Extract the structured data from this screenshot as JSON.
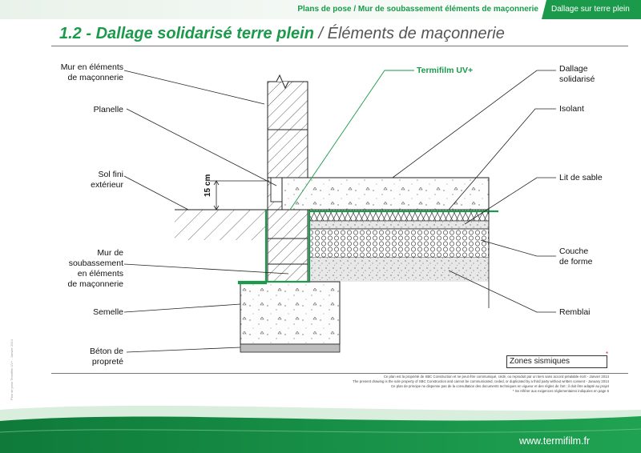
{
  "header": {
    "breadcrumb": "Plans de pose / Mur de soubassement éléments de maçonnerie",
    "breadcrumb_active": "Dallage sur terre plein"
  },
  "title": {
    "main": "1.2 - Dallage solidarisé terre plein",
    "separator": "/",
    "sub": "Éléments de maçonnerie"
  },
  "labels": {
    "mur_elements_l1": "Mur en éléments",
    "mur_elements_l2": "de maçonnerie",
    "planelle": "Planelle",
    "sol_fini_l1": "Sol fini",
    "sol_fini_l2": "extérieur",
    "mur_soub_l1": "Mur de",
    "mur_soub_l2": "soubassement",
    "mur_soub_l3": "en éléments",
    "mur_soub_l4": "de maçonnerie",
    "semelle": "Semelle",
    "beton_l1": "Béton de",
    "beton_l2": "propreté",
    "termifilm": "Termifilm UV+",
    "dallage_l1": "Dallage",
    "dallage_l2": "solidarisé",
    "isolant": "Isolant",
    "lit_sable": "Lit de sable",
    "couche_l1": "Couche",
    "couche_l2": "de forme",
    "remblai": "Remblai",
    "dimension": "15 cm"
  },
  "seismic": {
    "label": "Zones sismiques",
    "marker": "*",
    "colors": [
      "#fff3b0",
      "#f6d04d",
      "#f39c12",
      "#e67e22",
      "#d2232a"
    ]
  },
  "footer": {
    "note1": "Ce plan est la propriété de SBC Construction et ne peut être communiqué, cédé, ou reproduit par un tiers sans accord préalable écrit - Janvier 2014",
    "note2": "The present drawing is the sole property of SBC Construction and cannot be communicated, ceded, or duplicated by a third party without written consent - January 2014",
    "note3": "Ce plan de principe ne dispense pas de la consultation des documents techniques en vigueur et des règles de l'art ; il doit être adapté au projet",
    "note4": "* Se référer aux exigences réglementaires indiquées en page 6",
    "side": "Plan de pose Termifilm UV+ - Janvier 2014",
    "url": "www.termifilm.fr"
  }
}
